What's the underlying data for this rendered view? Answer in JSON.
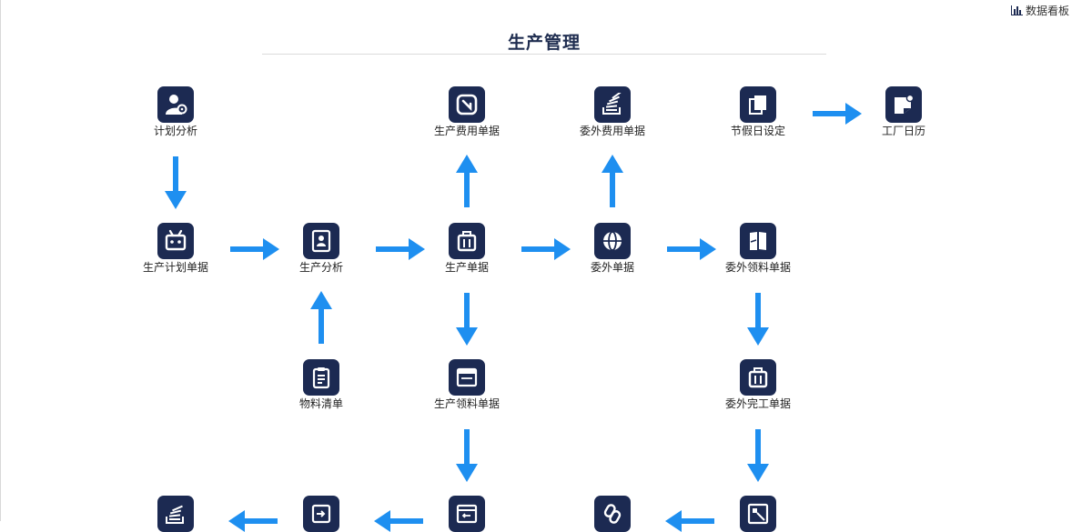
{
  "header": {
    "dashboard_label": "数据看板",
    "title": "生产管理"
  },
  "colors": {
    "icon_bg": "#1c2a52",
    "arrow": "#1e8ff0",
    "title": "#1f2d50"
  },
  "nodes": {
    "plan_analysis": {
      "label": "计划分析",
      "icon": "user-location-icon"
    },
    "prod_expense": {
      "label": "生产费用单据",
      "icon": "square-slash-icon"
    },
    "outsource_expense": {
      "label": "委外费用单据",
      "icon": "stack-icon"
    },
    "holiday_setting": {
      "label": "节假日设定",
      "icon": "copy-pages-icon"
    },
    "factory_calendar": {
      "label": "工厂日历",
      "icon": "note-badge-icon"
    },
    "prod_plan": {
      "label": "生产计划单据",
      "icon": "robot-icon"
    },
    "prod_analysis": {
      "label": "生产分析",
      "icon": "contact-book-icon"
    },
    "prod_doc": {
      "label": "生产单据",
      "icon": "suitcase-icon"
    },
    "outsource_doc": {
      "label": "委外单据",
      "icon": "globe-icon"
    },
    "outsource_material": {
      "label": "委外领料单据",
      "icon": "map-fold-icon"
    },
    "bom": {
      "label": "物料清单",
      "icon": "clipboard-icon"
    },
    "prod_material": {
      "label": "生产领料单据",
      "icon": "browser-window-icon"
    },
    "outsource_complete": {
      "label": "委外完工单据",
      "icon": "suitcase-icon"
    }
  }
}
